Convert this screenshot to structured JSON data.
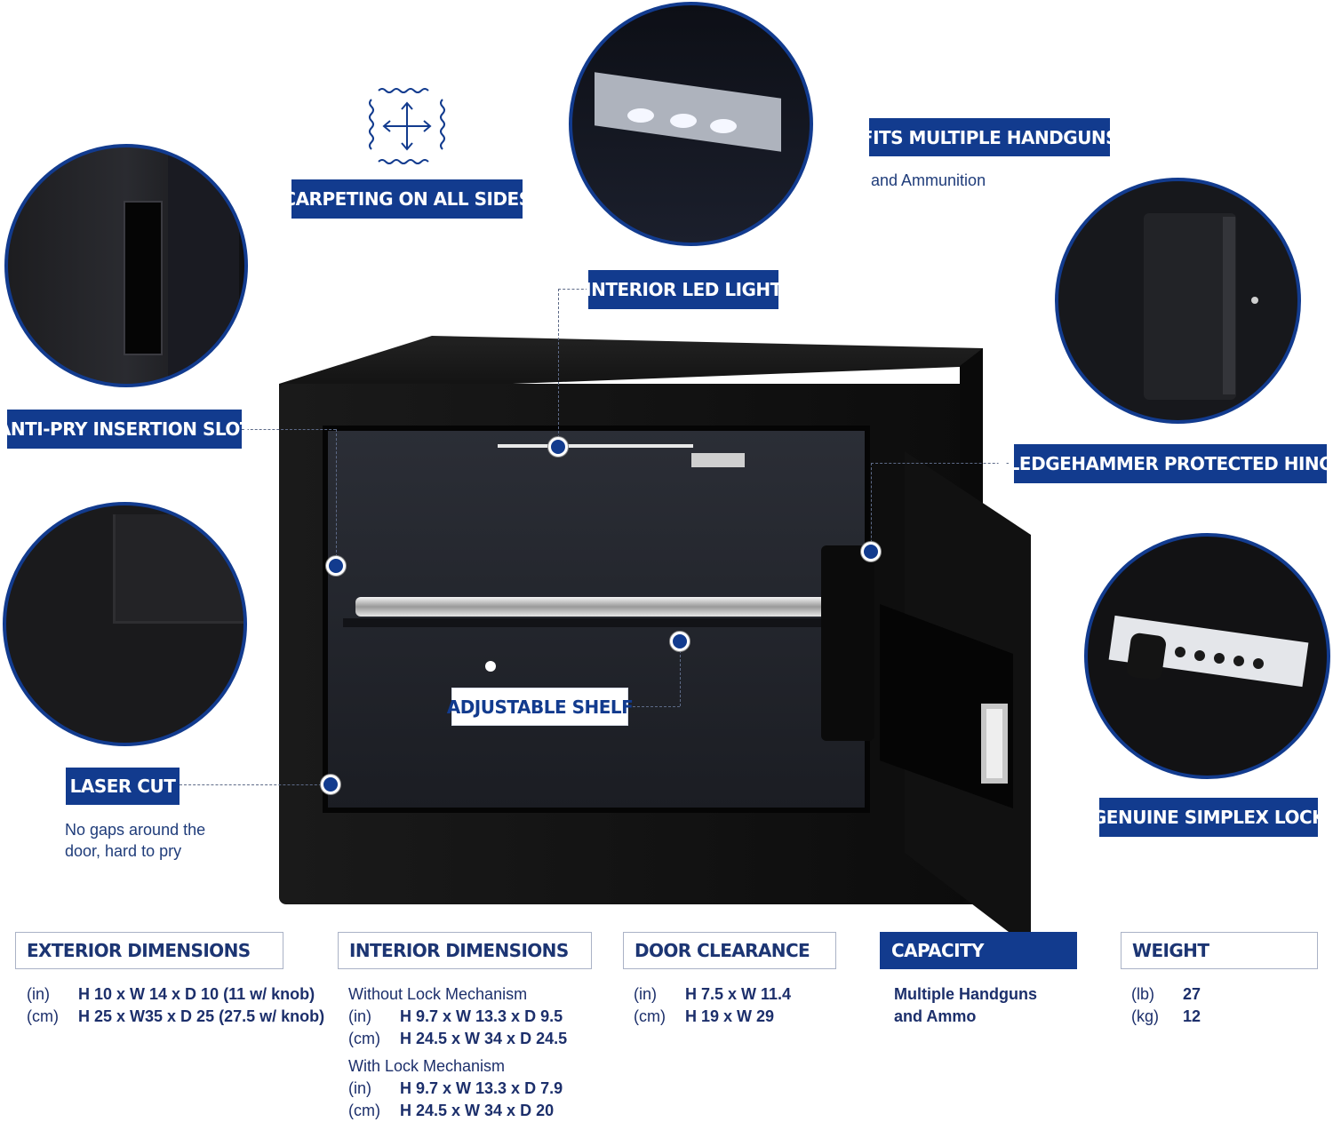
{
  "callouts": {
    "carpeting": "CARPETING ON ALL SIDES",
    "led": "INTERIOR LED LIGHT",
    "handguns": "FITS MULTIPLE  HANDGUNS",
    "handguns_sub": "and Ammunition",
    "anti_pry": "ANTI-PRY INSERTION SLOT",
    "hinge": "SLEDGEHAMMER PROTECTED HINGE",
    "shelf": "ADJUSTABLE SHELF",
    "laser": "LASER CUT",
    "laser_sub_1": "No gaps around the",
    "laser_sub_2": "door, hard to pry",
    "lock": "GENUINE SIMPLEX LOCK"
  },
  "specs": {
    "exterior": {
      "title": "EXTERIOR DIMENSIONS",
      "in_unit": "(in)",
      "in_value": "H 10 x W 14 x D 10 (11 w/ knob)",
      "cm_unit": "(cm)",
      "cm_value": "H 25 x W35 x D 25 (27.5 w/ knob)"
    },
    "interior": {
      "title": "INTERIOR DIMENSIONS",
      "without_label": "Without Lock Mechanism",
      "without_in_unit": "(in)",
      "without_in_value": "H 9.7 x W 13.3 x D 9.5",
      "without_cm_unit": "(cm)",
      "without_cm_value": "H 24.5 x W 34 x D 24.5",
      "with_label": "With Lock Mechanism",
      "with_in_unit": "(in)",
      "with_in_value": "H 9.7 x W 13.3 x D 7.9",
      "with_cm_unit": "(cm)",
      "with_cm_value": "H 24.5 x W 34 x D 20"
    },
    "door": {
      "title": "DOOR CLEARANCE",
      "in_unit": "(in)",
      "in_value": "H 7.5 x W 11.4",
      "cm_unit": "(cm)",
      "cm_value": "H 19 x W 29"
    },
    "capacity": {
      "title": "CAPACITY",
      "line1": "Multiple Handguns",
      "line2": "and Ammo"
    },
    "weight": {
      "title": "WEIGHT",
      "lb_unit": "(lb)",
      "lb_value": "27",
      "kg_unit": "(kg)",
      "kg_value": "12"
    }
  },
  "icons": {
    "carpet": "carpet-texture-icon",
    "keypad_buttons": 5,
    "led_lights": 3
  },
  "colors": {
    "brand_blue": "#123b8e",
    "safe_body": "#141414"
  }
}
